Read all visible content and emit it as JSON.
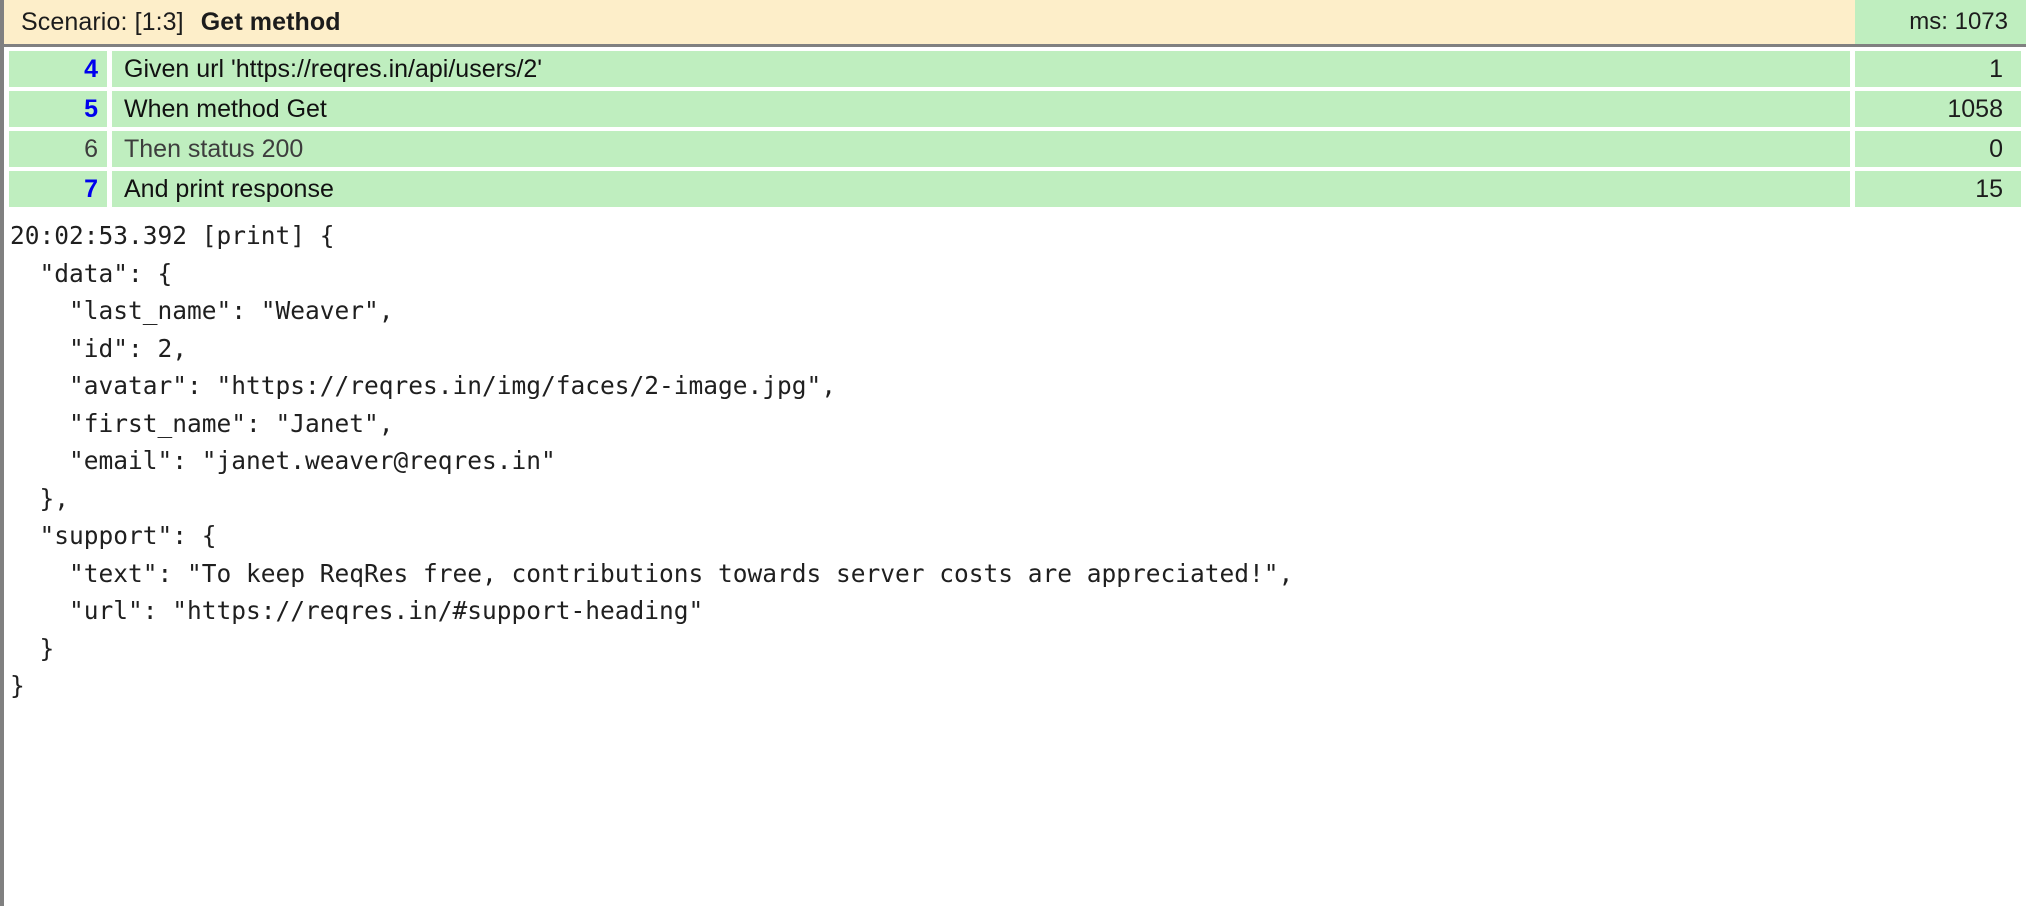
{
  "scenario": {
    "label": "Scenario:",
    "index": "[1:3]",
    "name": "Get method",
    "duration_label": "ms: 1073",
    "duration_ms": 1073,
    "header_bg": "#fdeec9",
    "pass_bg": "#bfeebf",
    "line_number_color": "#0000ee",
    "rail_color": "#808080"
  },
  "steps": [
    {
      "line": "4",
      "text": "Given url 'https://reqres.in/api/users/2'",
      "ms": "1",
      "status": "passed",
      "line_emphasis": "bold"
    },
    {
      "line": "5",
      "text": "When method Get",
      "ms": "1058",
      "status": "passed",
      "line_emphasis": "bold"
    },
    {
      "line": "6",
      "text": "Then status 200",
      "ms": "0",
      "status": "passed",
      "line_emphasis": "normal"
    },
    {
      "line": "7",
      "text": "And print response",
      "ms": "15",
      "status": "passed",
      "line_emphasis": "bold"
    }
  ],
  "log": {
    "timestamp": "20:02:53.392",
    "tag": "[print]",
    "body": "20:02:53.392 [print] {\n  \"data\": {\n    \"last_name\": \"Weaver\",\n    \"id\": 2,\n    \"avatar\": \"https://reqres.in/img/faces/2-image.jpg\",\n    \"first_name\": \"Janet\",\n    \"email\": \"janet.weaver@reqres.in\"\n  },\n  \"support\": {\n    \"text\": \"To keep ReqRes free, contributions towards server costs are appreciated!\",\n    \"url\": \"https://reqres.in/#support-heading\"\n  }\n}"
  },
  "response_json": {
    "data": {
      "last_name": "Weaver",
      "id": 2,
      "avatar": "https://reqres.in/img/faces/2-image.jpg",
      "first_name": "Janet",
      "email": "janet.weaver@reqres.in"
    },
    "support": {
      "text": "To keep ReqRes free, contributions towards server costs are appreciated!",
      "url": "https://reqres.in/#support-heading"
    }
  }
}
